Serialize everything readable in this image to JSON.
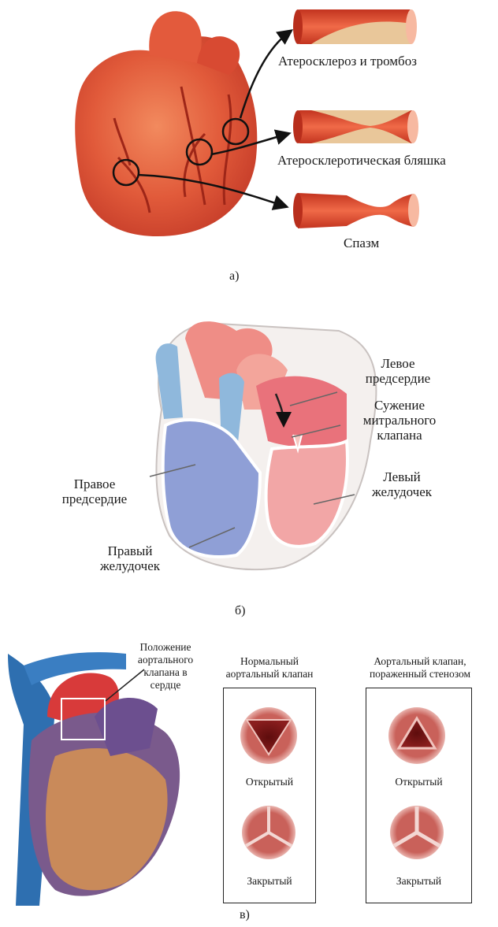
{
  "panel_a": {
    "letter": "а)",
    "labels": [
      "Атеросклероз и тромбоз",
      "Атеросклеротическая бляшка",
      "Спазм"
    ]
  },
  "panel_b": {
    "letter": "б)",
    "left_atrium": [
      "Левое",
      "предсердие"
    ],
    "mitral_stenosis": [
      "Сужение",
      "митрального",
      "клапана"
    ],
    "right_atrium": [
      "Правое",
      "предсердие"
    ],
    "left_ventricle": [
      "Левый",
      "желудочек"
    ],
    "right_ventricle": [
      "Правый",
      "желудочек"
    ]
  },
  "panel_v": {
    "letter": "в)",
    "valve_position": [
      "Положение",
      "аортального",
      "клапана в",
      "сердце"
    ],
    "normal_title": [
      "Нормальный",
      "аортальный клапан"
    ],
    "stenosis_title": [
      "Аортальный клапан,",
      "пораженный стенозом"
    ],
    "open": "Открытый",
    "closed": "Закрытый"
  },
  "colors": {
    "vessel_red": "#d8452e",
    "plaque": "#e9c79a",
    "right_side_blue": "#8f9fd6",
    "left_side_pink": "#f2a6a6",
    "aorta_pink": "#ef8d86",
    "vena_blue": "#8fb8dc"
  }
}
